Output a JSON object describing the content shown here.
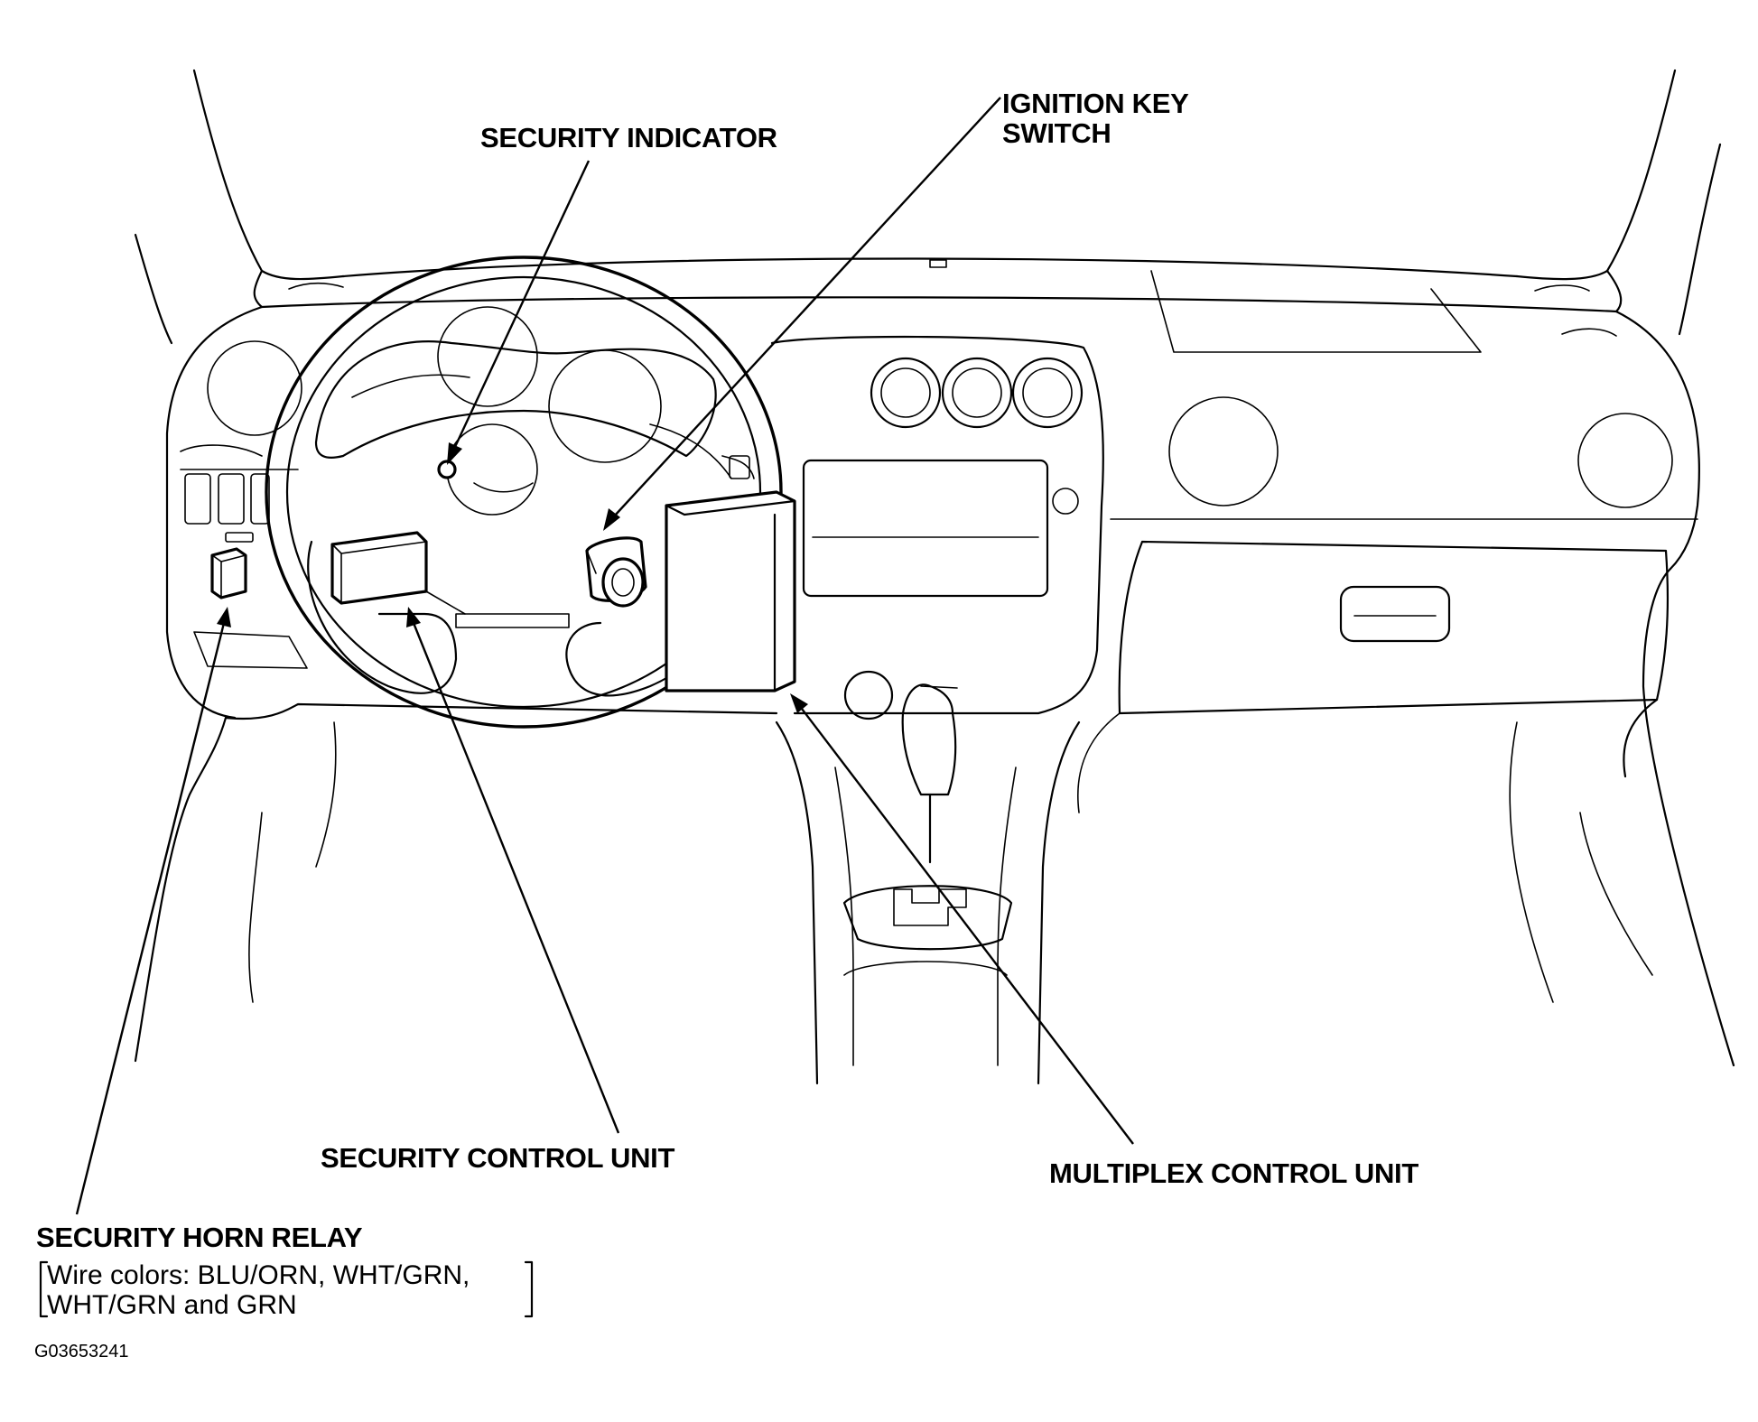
{
  "labels": {
    "security_indicator": "SECURITY INDICATOR",
    "ignition_key_switch_line1": "IGNITION KEY",
    "ignition_key_switch_line2": "SWITCH",
    "security_control_unit": "SECURITY CONTROL UNIT",
    "multiplex_control_unit": "MULTIPLEX CONTROL UNIT",
    "security_horn_relay": "SECURITY HORN RELAY"
  },
  "note": {
    "line1": "Wire colors: BLU/ORN, WHT/GRN,",
    "line2": "WHT/GRN and GRN"
  },
  "figure_id": "G03653241"
}
